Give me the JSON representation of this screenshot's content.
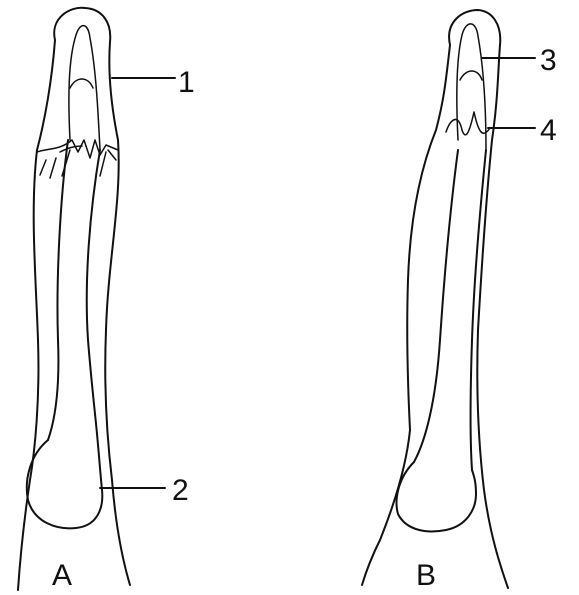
{
  "figure": {
    "panel_a_label": "A",
    "panel_b_label": "B",
    "callouts": {
      "c1": "1",
      "c2": "2",
      "c3": "3",
      "c4": "4"
    }
  }
}
